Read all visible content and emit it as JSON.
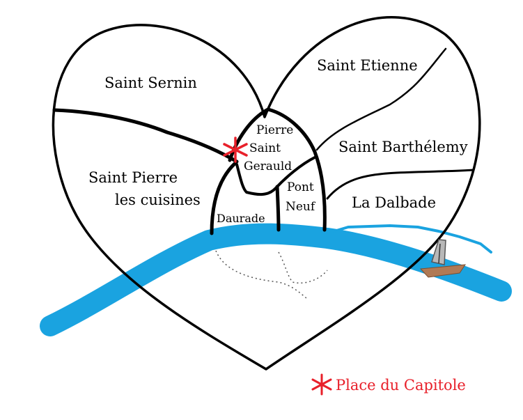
{
  "map": {
    "districts": {
      "saint_sernin": "Saint Sernin",
      "saint_etienne": "Saint Etienne",
      "pierre": "Pierre",
      "saint": "Saint",
      "gerauld": "Gerauld",
      "saint_barthelemy": "Saint Barthélemy",
      "saint_pierre_line1": "Saint Pierre",
      "saint_pierre_line2": "les cuisines",
      "pont": "Pont",
      "neuf": "Neuf",
      "la_dalbade": "La Dalbade",
      "daurade": "Daurade"
    },
    "legend": {
      "label": "Place du Capitole",
      "marker_color": "#e8202a",
      "icon": "asterisk-icon"
    },
    "colors": {
      "outline": "#000000",
      "river": "#1aa3e0",
      "boat_hull": "#b07a55",
      "sail": "#b8b8b8"
    }
  }
}
